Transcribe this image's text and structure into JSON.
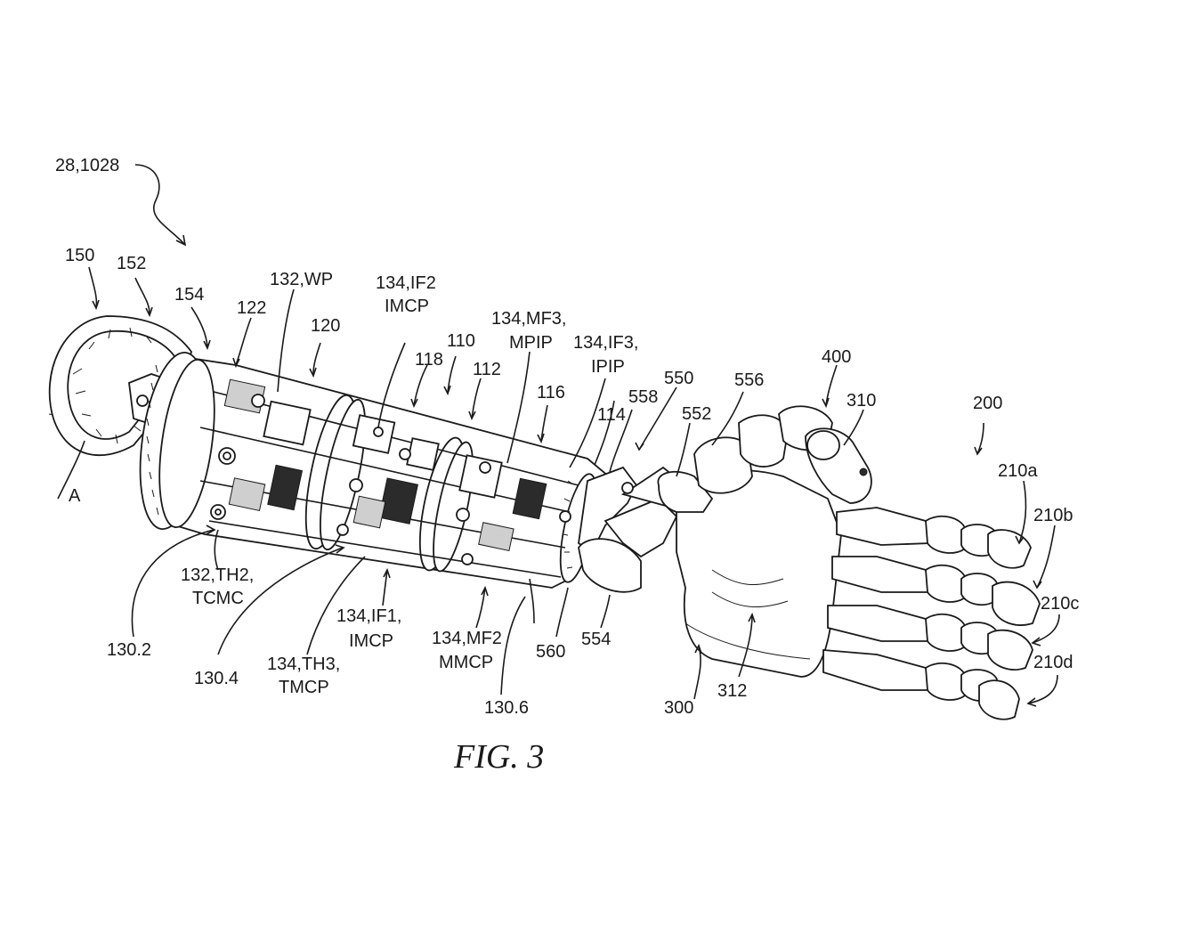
{
  "figure": {
    "caption": "FIG. 3"
  },
  "labels": {
    "assembly": "28,1028",
    "l150": "150",
    "l152": "152",
    "l154": "154",
    "axis": "A",
    "l122": "122",
    "l132wp": "132,WP",
    "l120": "120",
    "l134if2_a": "134,IF2",
    "l134if2_b": "IMCP",
    "l118": "118",
    "l110": "110",
    "l112": "112",
    "l134mf3_a": "134,MF3,",
    "l134mf3_b": "MPIP",
    "l134if3_a": "134,IF3,",
    "l134if3_b": "IPIP",
    "l116": "116",
    "l114": "114",
    "l558": "558",
    "l550": "550",
    "l552": "552",
    "l556": "556",
    "l400": "400",
    "l310": "310",
    "l200": "200",
    "l210a": "210a",
    "l210b": "210b",
    "l210c": "210c",
    "l210d": "210d",
    "l132th2_a": "132,TH2,",
    "l132th2_b": "TCMC",
    "l1302": "130.2",
    "l1304": "130.4",
    "l134th3_a": "134,TH3,",
    "l134th3_b": "TMCP",
    "l134if1_a": "134,IF1,",
    "l134if1_b": "IMCP",
    "l134mf2_a": "134,MF2",
    "l134mf2_b": "MMCP",
    "l1306": "130.6",
    "l560": "560",
    "l554": "554",
    "l300": "300",
    "l312": "312"
  }
}
